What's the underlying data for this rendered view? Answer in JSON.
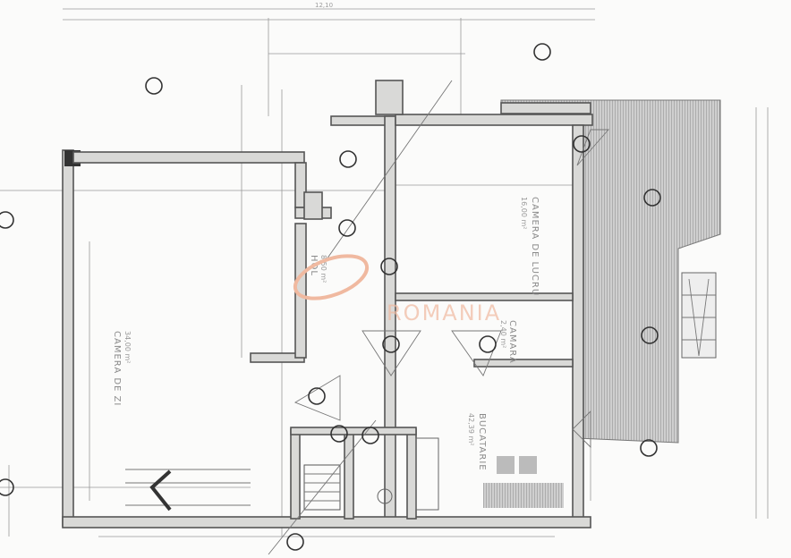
{
  "plan": {
    "overall_dimension": "12,10",
    "rooms": [
      {
        "name": "CAMERA DE ZI",
        "area": "34,00 m²"
      },
      {
        "name": "HOL",
        "area": "8,50 m²"
      },
      {
        "name": "CAMERA DE LUCRU",
        "area": "16,00 m²"
      },
      {
        "name": "CAMARA",
        "area": "2,40 m²"
      },
      {
        "name": "BUCATARIE",
        "area": "42,39 m²"
      }
    ],
    "watermark": "ROMANIA"
  }
}
